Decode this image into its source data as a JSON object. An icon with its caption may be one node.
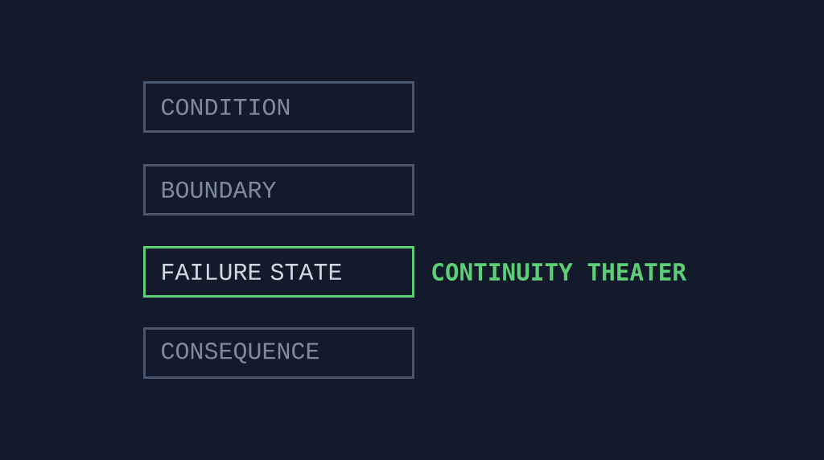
{
  "diagram": {
    "nodes": [
      {
        "text": [
          "CONDITION"
        ]
      },
      {
        "text": [
          "BOUNDARY"
        ]
      },
      {
        "text": [
          "FAILURE STATE"
        ],
        "beside": [
          "CONTINUITY THEATER"
        ]
      },
      {
        "text": [
          "CONSEQUENCE"
        ]
      }
    ]
  }
}
